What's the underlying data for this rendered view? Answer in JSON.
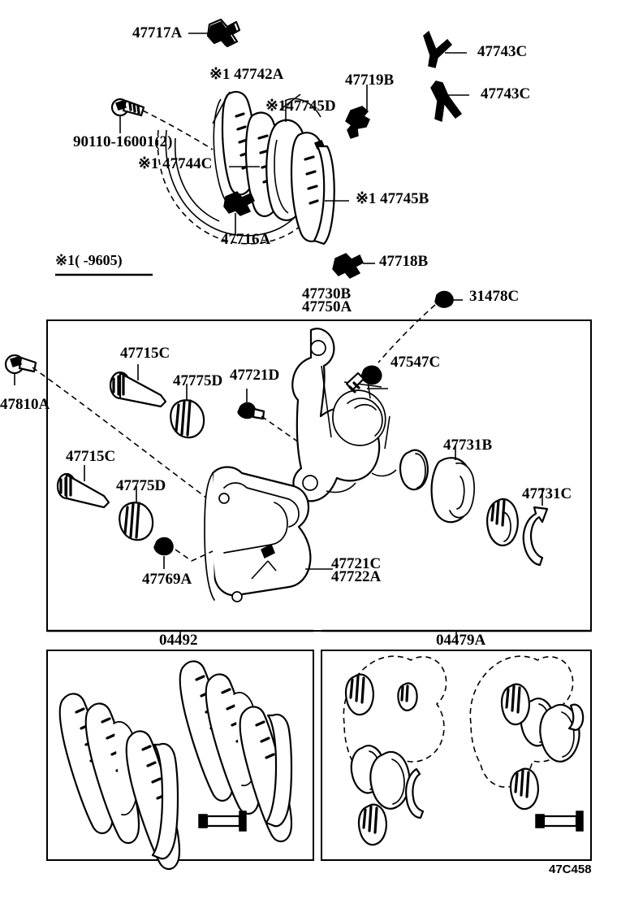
{
  "diagram": {
    "footer_code": "47C458",
    "footnote": "※1(      -9605)",
    "group_labels": {
      "pad_kit": "04492",
      "seal_kit": "04479A"
    }
  },
  "callouts": {
    "top_assembly": [
      {
        "id": "c1",
        "text": "47717A"
      },
      {
        "id": "c2",
        "text": "※1 47742A"
      },
      {
        "id": "c3",
        "text": "47719B"
      },
      {
        "id": "c4",
        "text": "47743C"
      },
      {
        "id": "c5",
        "text": "47743C"
      },
      {
        "id": "c6",
        "text": "※147745D"
      },
      {
        "id": "c7",
        "text": "90110-16001(2)"
      },
      {
        "id": "c8",
        "text": "※1 47744C"
      },
      {
        "id": "c9",
        "text": "※1 47745B"
      },
      {
        "id": "c10",
        "text": "47716A"
      },
      {
        "id": "c11",
        "text": "47718B"
      },
      {
        "id": "c12",
        "text": "47730B"
      },
      {
        "id": "c13",
        "text": "47750A"
      },
      {
        "id": "c14",
        "text": "31478C"
      }
    ],
    "main_box": [
      {
        "id": "m1",
        "text": "47810A"
      },
      {
        "id": "m2",
        "text": "47715C"
      },
      {
        "id": "m3",
        "text": "47775D"
      },
      {
        "id": "m4",
        "text": "47721D"
      },
      {
        "id": "m5",
        "text": "47547C"
      },
      {
        "id": "m6",
        "text": "47731B"
      },
      {
        "id": "m7",
        "text": "47731C"
      },
      {
        "id": "m8",
        "text": "47715C"
      },
      {
        "id": "m9",
        "text": "47775D"
      },
      {
        "id": "m10",
        "text": "47769A"
      },
      {
        "id": "m11",
        "text": "47721C"
      },
      {
        "id": "m12",
        "text": "47722A"
      }
    ]
  }
}
